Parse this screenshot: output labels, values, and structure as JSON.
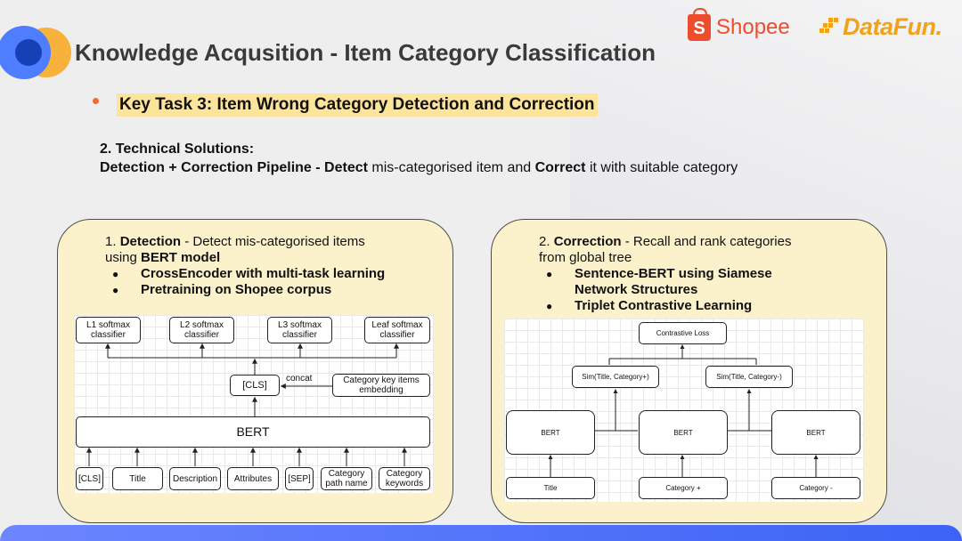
{
  "header": {
    "title": "Knowledge Acqusition - Item Category Classification",
    "shopee_logo_letter": "S",
    "shopee_logo_text": "Shopee",
    "datafun_logo_text": "DataFun."
  },
  "key_task": "Key Task 3: Item Wrong Category Detection and Correction",
  "technical": {
    "heading": "2. Technical Solutions:",
    "pipeline_bold": "Detection + Correction Pipeline - ",
    "detect_word": "Detect",
    "text_mid": " mis-categorised item and ",
    "correct_word": "Correct",
    "text_end": " it with suitable category"
  },
  "detection": {
    "number": "1. ",
    "name": "Detection",
    "desc": " - Detect mis-categorised items",
    "line2_prefix": "using ",
    "model": "BERT model",
    "bullets": [
      "CrossEncoder with multi-task learning",
      "Pretraining on Shopee corpus"
    ],
    "diagram": {
      "classifiers": [
        "L1 softmax classifier",
        "L2 softmax classifier",
        "L3 softmax classifier",
        "Leaf softmax classifier"
      ],
      "cls": "[CLS]",
      "concat": "concat",
      "category_key": "Category key items embedding",
      "bert": "BERT",
      "inputs": [
        "[CLS]",
        "Title",
        "Description",
        "Attributes",
        "[SEP]",
        "Category path name",
        "Category keywords"
      ]
    }
  },
  "correction": {
    "number": "2. ",
    "name": "Correction",
    "desc": " - Recall and rank categories",
    "line2": "from global tree",
    "bullets": [
      "Sentence-BERT using Siamese Network Structures",
      "Triplet Contrastive Learning"
    ],
    "diagram": {
      "loss": "Contrastive Loss",
      "sim_pos": "Sim(Title, Category+)",
      "sim_neg": "Sim(Title, Category-)",
      "berts": [
        "BERT",
        "BERT",
        "BERT"
      ],
      "inputs": [
        "Title",
        "Category +",
        "Category -"
      ]
    }
  }
}
